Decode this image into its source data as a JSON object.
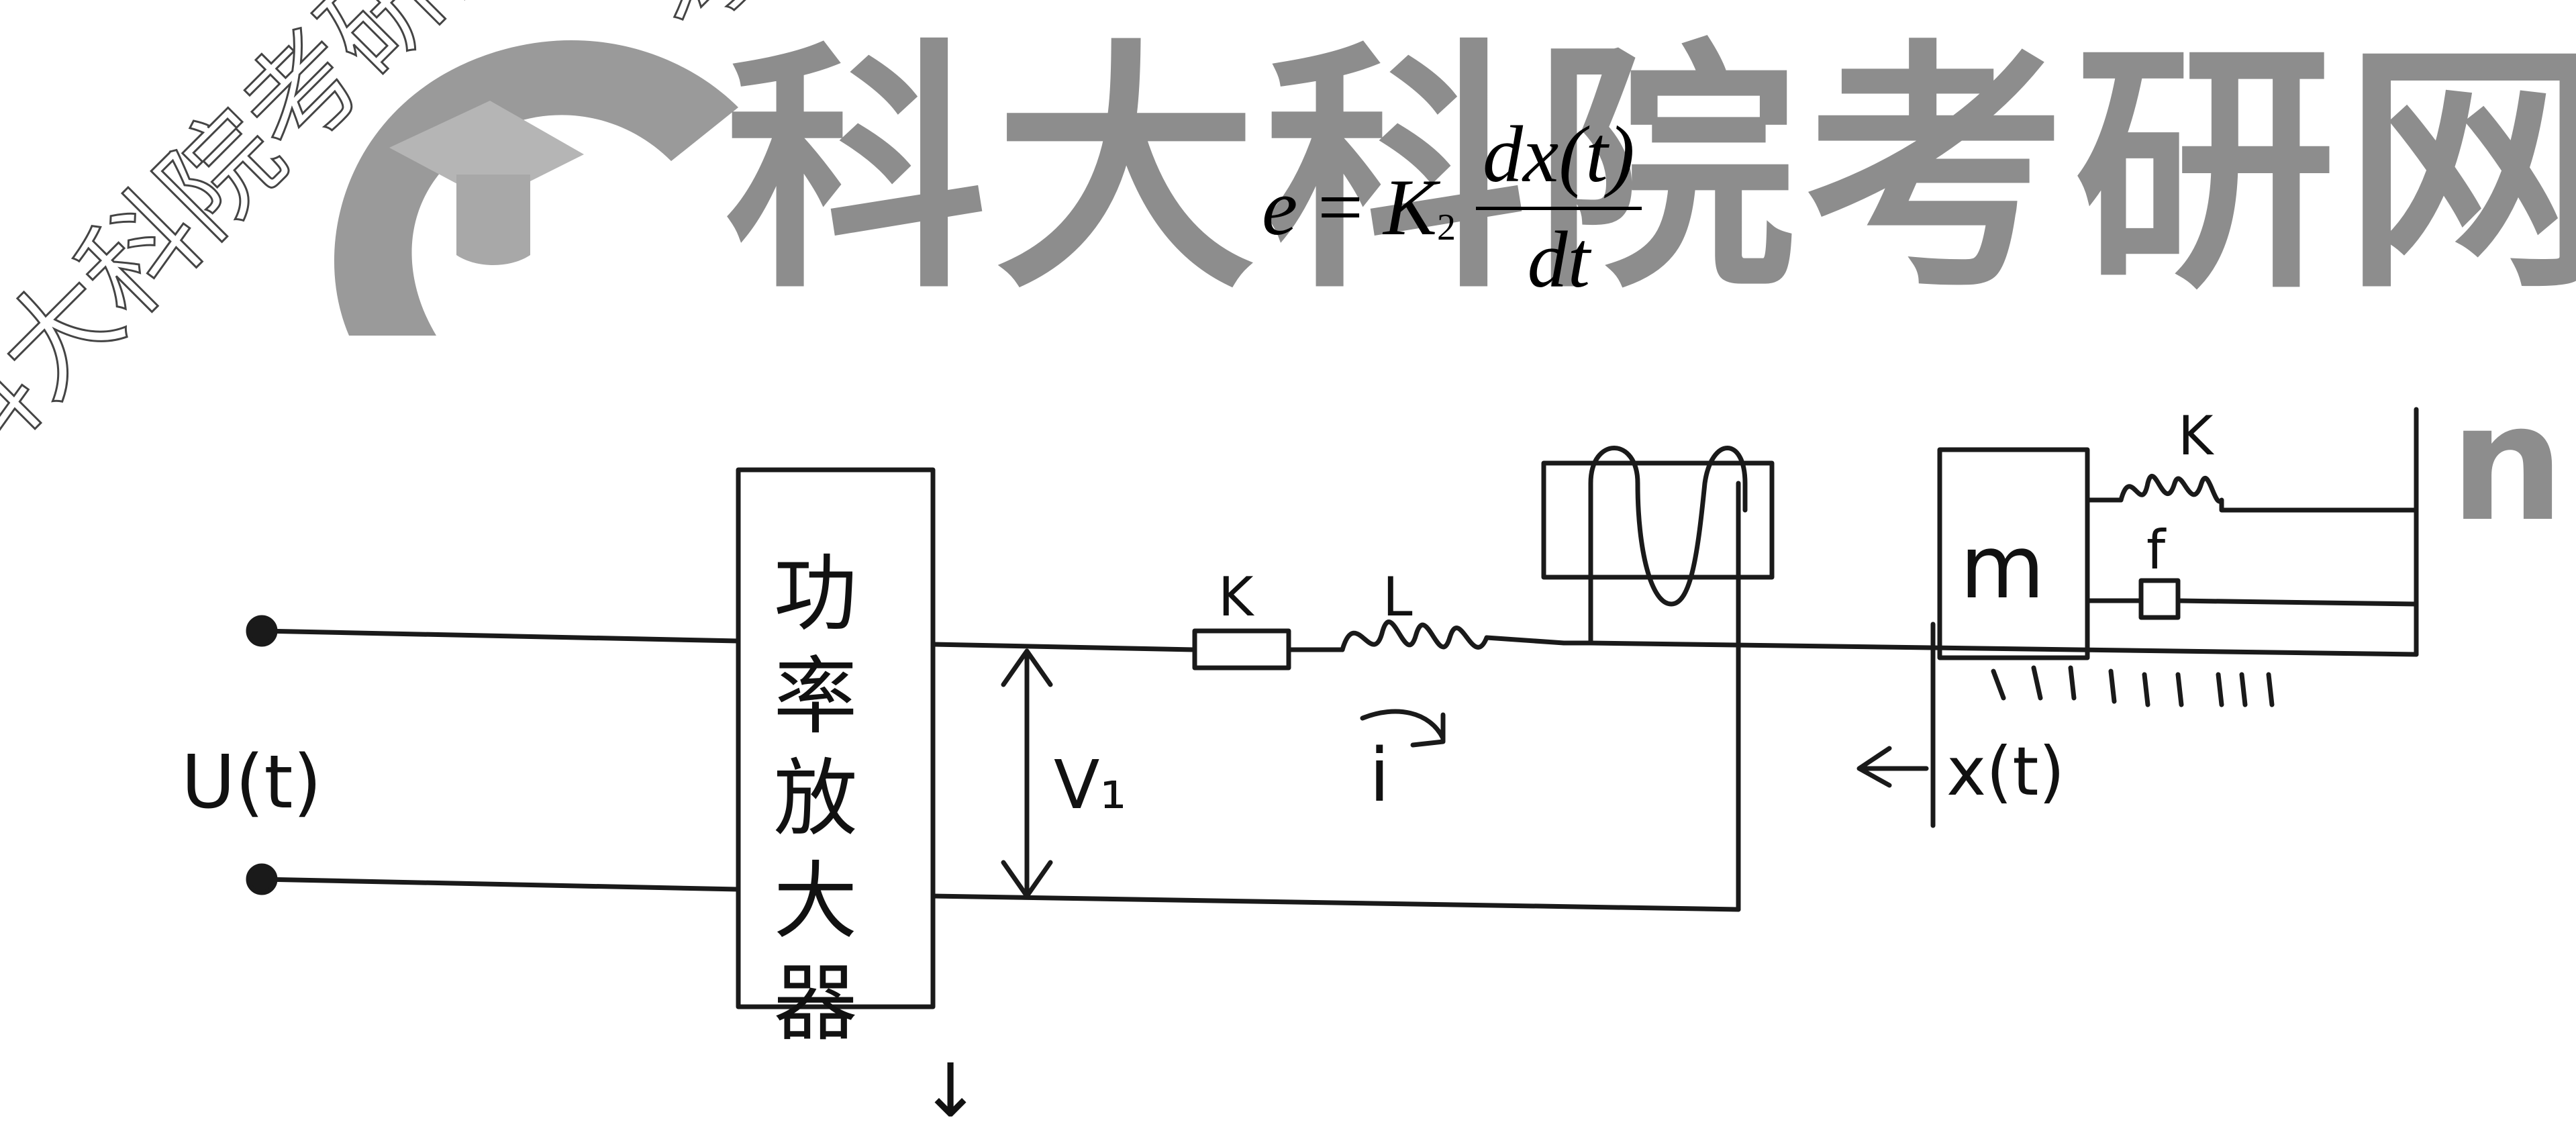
{
  "watermark": {
    "title": "科大科院考研网",
    "partial": "n",
    "diagonal": "科大科院考研网",
    "diagonal_top": "考"
  },
  "formula": {
    "lhs": "e",
    "equals": "=",
    "coef": "K",
    "sub": "2",
    "numerator": "dx(t)",
    "denominator": "dt"
  },
  "diagram": {
    "input_label": "U(t)",
    "amplifier_label": "功率放大器",
    "voltage_label": "V₁",
    "resistor_label": "K",
    "inductor_label": "L",
    "current_label": "i",
    "mass_label": "m",
    "spring_label": "K",
    "damper_label": "f",
    "displacement_label": "x(t)",
    "down_arrow": "↓"
  }
}
